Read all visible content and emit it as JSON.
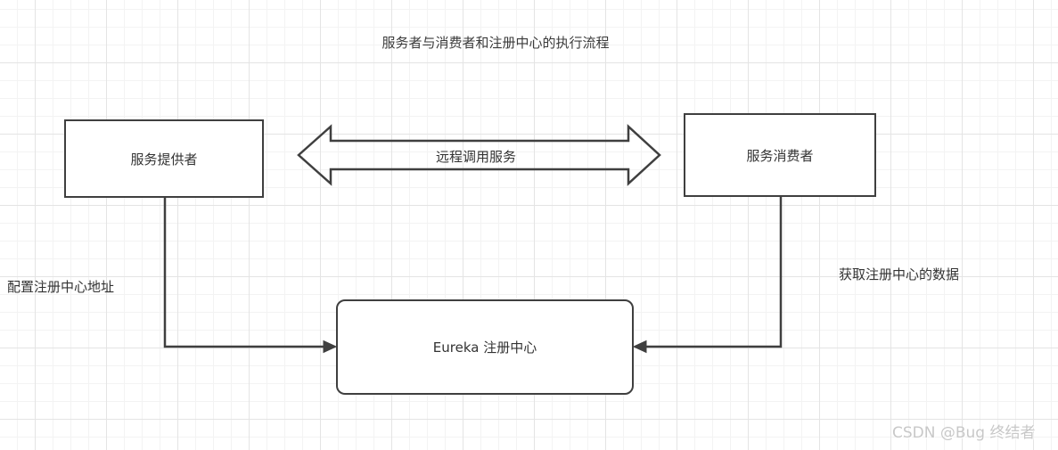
{
  "diagram": {
    "title": "服务者与消费者和注册中心的执行流程",
    "nodes": {
      "provider": {
        "label": "服务提供者"
      },
      "consumer": {
        "label": "服务消费者"
      },
      "registry": {
        "label": "Eureka 注册中心"
      }
    },
    "edges": {
      "remote_call": {
        "label": "远程调用服务",
        "style": "double-headed-block-arrow",
        "from": "provider",
        "to": "consumer"
      },
      "provider_to_registry": {
        "label": "配置注册中心地址",
        "style": "elbow-arrow",
        "from": "provider",
        "to": "registry"
      },
      "consumer_to_registry": {
        "label": "获取注册中心的数据",
        "style": "elbow-arrow",
        "from": "consumer",
        "to": "registry"
      }
    },
    "watermark": "CSDN @Bug 终结者",
    "colors": {
      "stroke": "#3f3f3f",
      "text": "#333333",
      "node_fill": "#ffffff",
      "grid_minor": "#f3f3f3",
      "grid_major": "#e4e4e4",
      "watermark": "#c8c8c8"
    }
  }
}
